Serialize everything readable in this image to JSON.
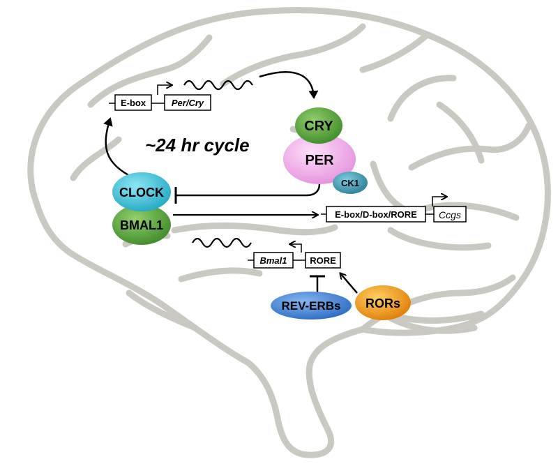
{
  "cycle_label": "~24 hr cycle",
  "proteins": {
    "cry": "CRY",
    "per": "PER",
    "ck1": "CK1",
    "clock": "CLOCK",
    "bmal1": "BMAL1",
    "rev_erbs": "REV-ERBs",
    "rors": "RORs"
  },
  "elements": {
    "ebox": "E-box",
    "per_cry_gene": "Per/Cry",
    "ccg_promoter": "E-box/D-box/RORE",
    "ccgs_gene": "Ccgs",
    "bmal1_gene": "Bmal1",
    "rore": "RORE"
  },
  "colors": {
    "cry": "#5aa63c",
    "per": "#f2a8ec",
    "ck1": "#3e9eb6",
    "clock": "#3fc8dc",
    "bmal1": "#5ea73a",
    "rev_erbs": "#3f84d6",
    "rors": "#f09a10",
    "brain_outline": "#c9c9c2"
  }
}
